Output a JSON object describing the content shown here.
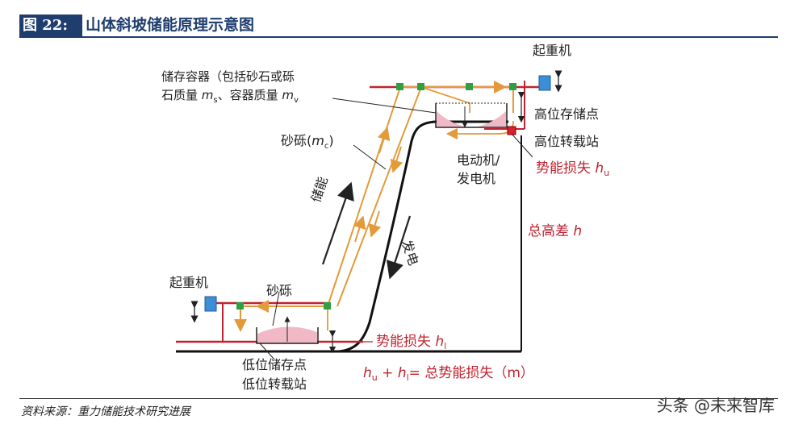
{
  "header": {
    "fig_num": "图 22:",
    "title": "山体斜坡储能原理示意图"
  },
  "labels": {
    "crane_top": "起重机",
    "container_line1": "储存容器（包括砂石或砾",
    "container_line2_pre": "石质量 ",
    "m_s": "m",
    "m_s_sub": "s",
    "container_line2_mid": "、容器质量 ",
    "m_v": "m",
    "m_v_sub": "v",
    "high_storage": "高位存储点",
    "high_transfer": "高位转载站",
    "motor_line1": "电动机/",
    "motor_line2": "发电机",
    "loss_u_pre": "势能损失 ",
    "loss_u_h": "h",
    "loss_u_sub": "u",
    "gravel_mc_pre": "砂砾(",
    "mc_m": "m",
    "mc_sub": "c",
    "gravel_mc_post": ")",
    "store": "储能",
    "generate": "发电",
    "total_height_pre": "总高差 ",
    "total_height_h": "h",
    "crane_bottom": "起重机",
    "gravel": "砂砾",
    "loss_l_pre": "势能损失 ",
    "loss_l_h": "h",
    "loss_l_sub": "l",
    "low_storage": "低位储存点",
    "low_transfer": "低位转载站",
    "formula_hu": "h",
    "formula_hu_sub": "u",
    "formula_plus": " + ",
    "formula_hl": "h",
    "formula_hl_sub": "l",
    "formula_rest": "= 总势能损失（m）"
  },
  "footer": {
    "source": "资料来源：重力储能技术研究进展",
    "watermark": "头条 @未来智库"
  },
  "colors": {
    "header": "#1f3e6e",
    "red": "#c0232f",
    "orange": "#e39a3a",
    "crane": "#3c8fd6",
    "green": "#2ea043",
    "pink": "#f1b9c6"
  }
}
